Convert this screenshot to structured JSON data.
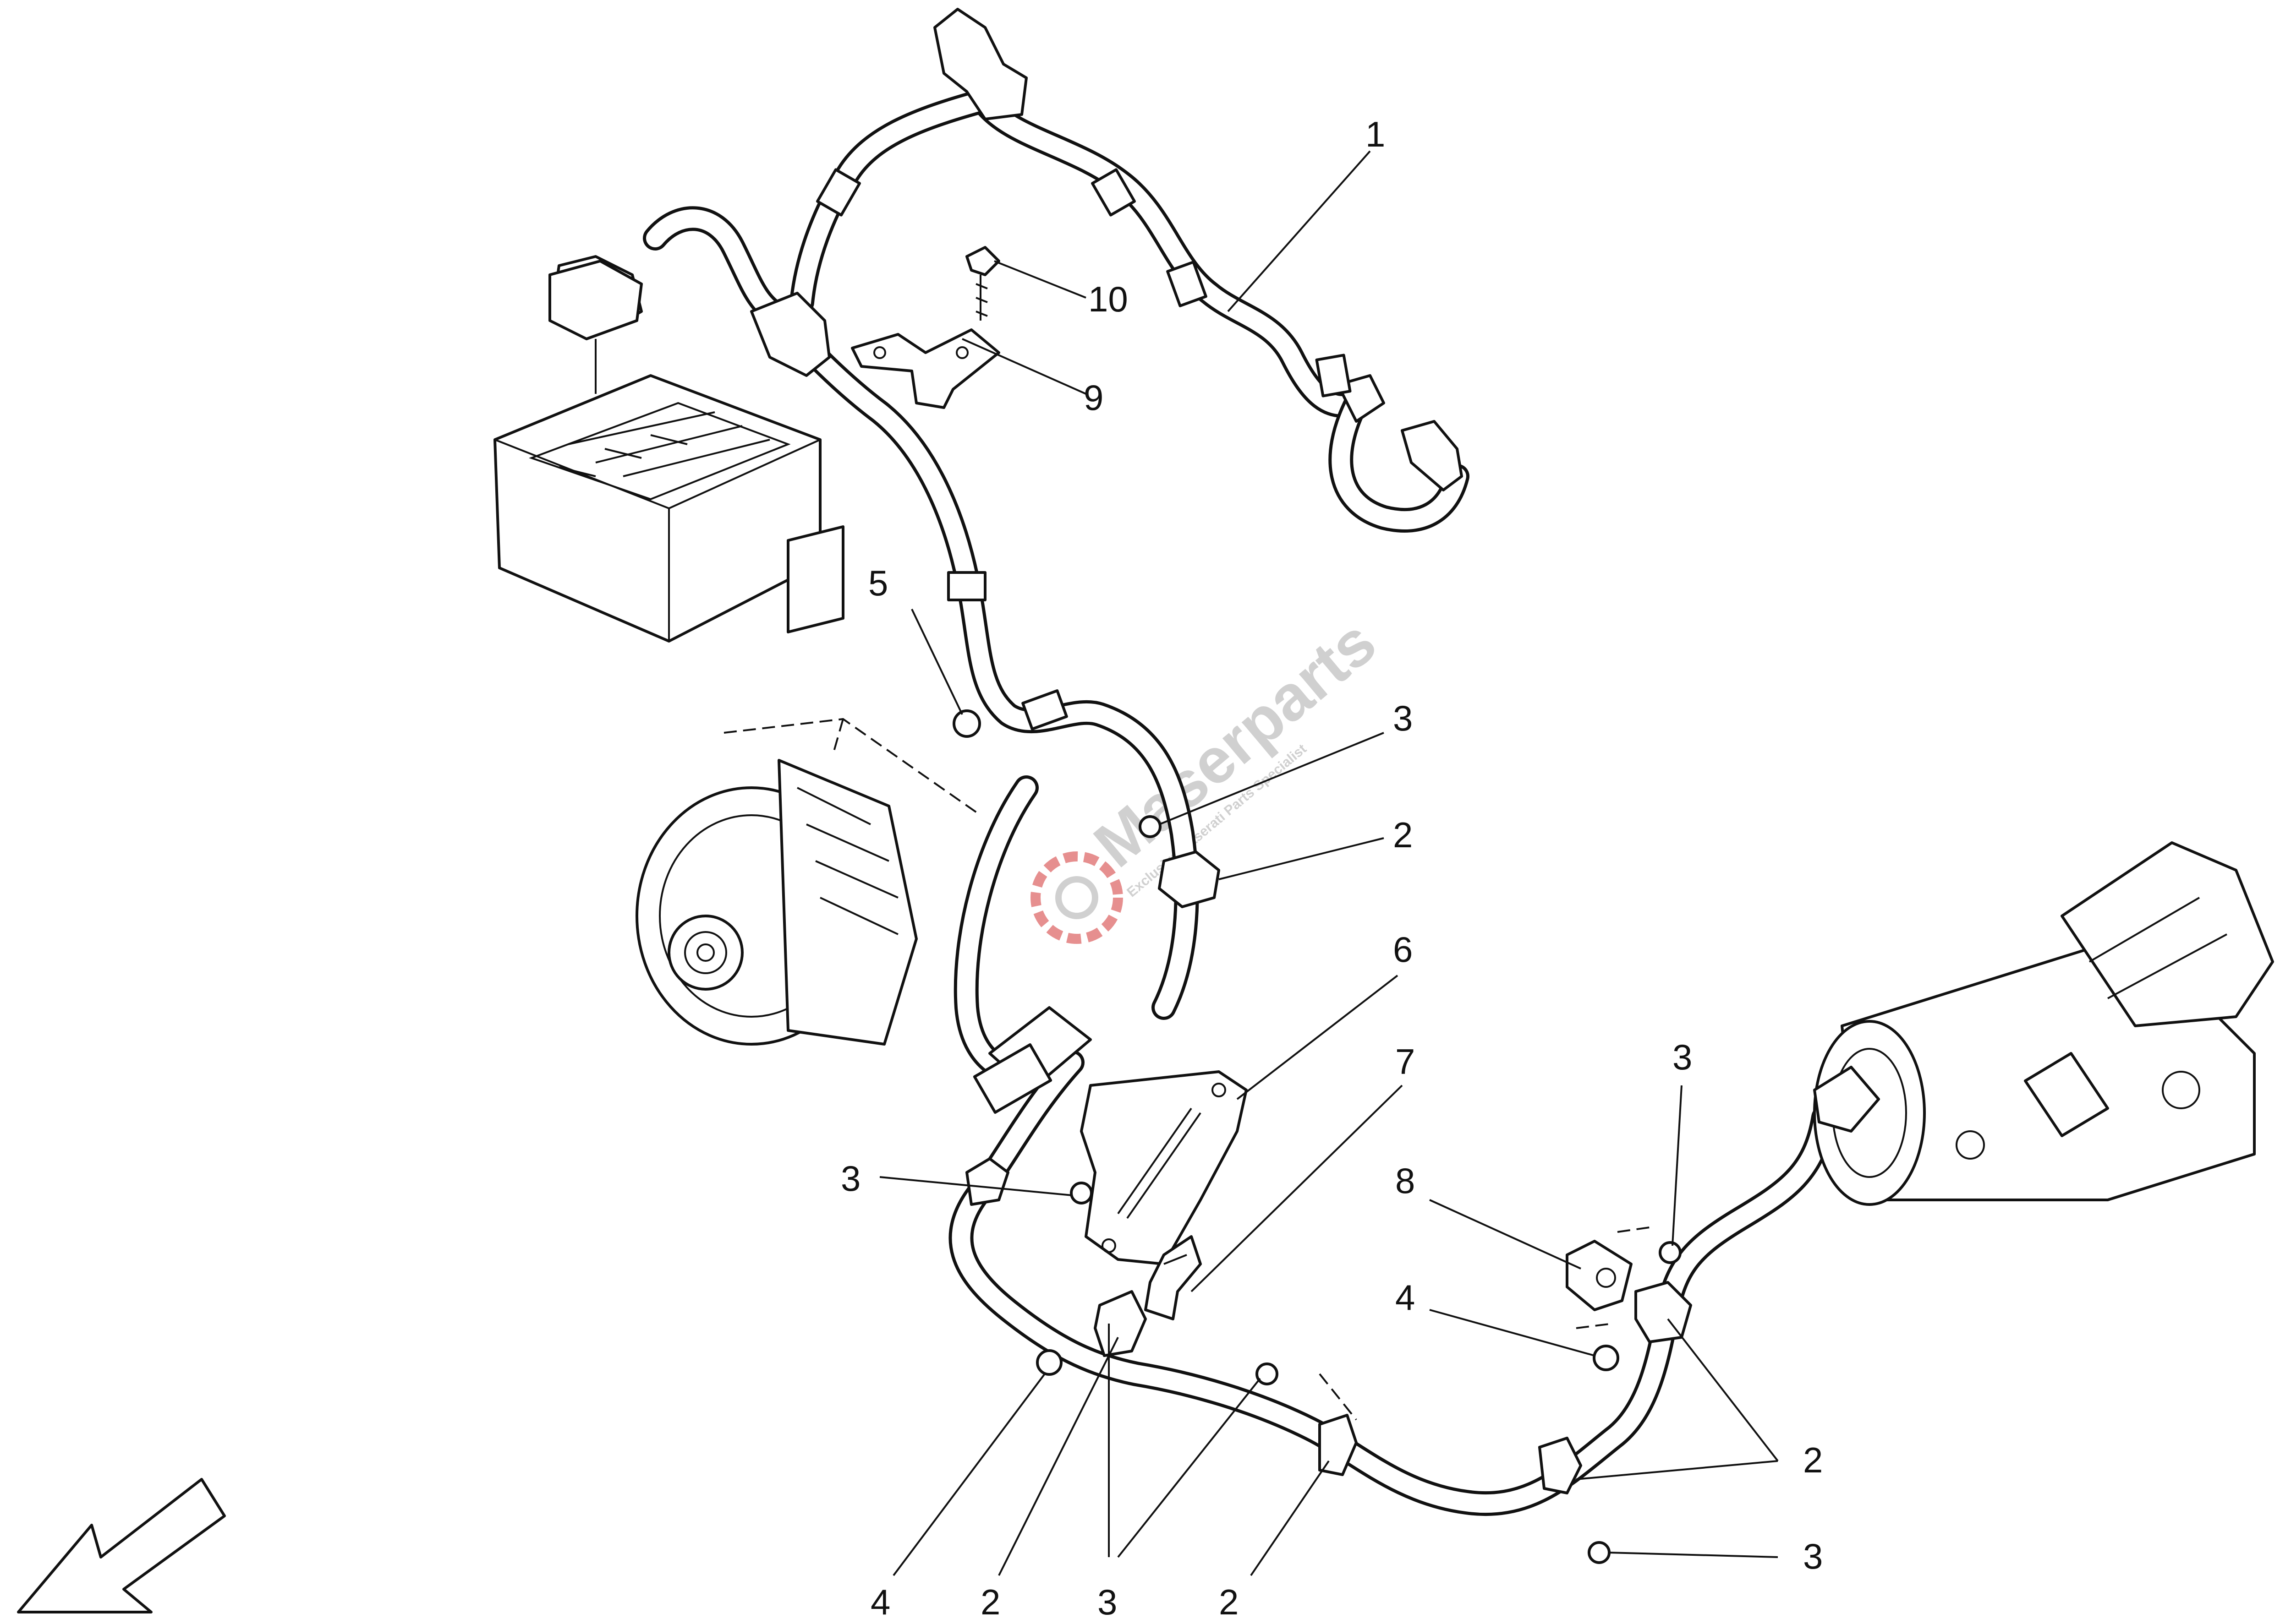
{
  "callouts": [
    {
      "id": "c1",
      "text": "1"
    },
    {
      "id": "c10",
      "text": "10"
    },
    {
      "id": "c9",
      "text": "9"
    },
    {
      "id": "c5",
      "text": "5"
    },
    {
      "id": "c3a",
      "text": "3"
    },
    {
      "id": "c2a",
      "text": "2"
    },
    {
      "id": "c6",
      "text": "6"
    },
    {
      "id": "c7",
      "text": "7"
    },
    {
      "id": "c3b",
      "text": "3"
    },
    {
      "id": "c3c",
      "text": "3"
    },
    {
      "id": "c8",
      "text": "8"
    },
    {
      "id": "c4a",
      "text": "4"
    },
    {
      "id": "c2b",
      "text": "2"
    },
    {
      "id": "c3d",
      "text": "3"
    },
    {
      "id": "c4b",
      "text": "4"
    },
    {
      "id": "c2c",
      "text": "2"
    },
    {
      "id": "c3e",
      "text": "3"
    },
    {
      "id": "c2d",
      "text": "2"
    }
  ],
  "watermark": {
    "brand": "Maserparts",
    "tagline": "Exclusive Maserati Parts Specialist"
  },
  "colors": {
    "line": "#111111",
    "background": "#ffffff",
    "watermark": "#c8c8c8",
    "watermark_accent": "#e27b7b"
  }
}
